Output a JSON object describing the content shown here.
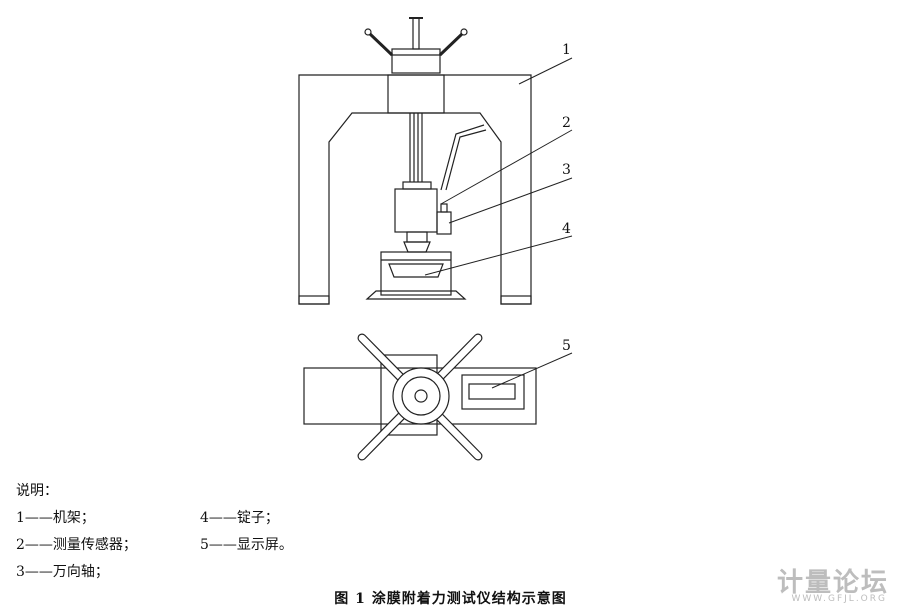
{
  "callouts": [
    "1",
    "2",
    "3",
    "4",
    "5"
  ],
  "legend": {
    "title": "说明：",
    "items": [
      "1——机架；",
      "2——测量传感器；",
      "3——万向轴；",
      "4——锭子；",
      "5——显示屏。"
    ]
  },
  "caption": "图 1    涂膜附着力测试仪结构示意图",
  "watermark": {
    "text": "计量论坛",
    "url": "WWW.GFJL.ORG"
  }
}
